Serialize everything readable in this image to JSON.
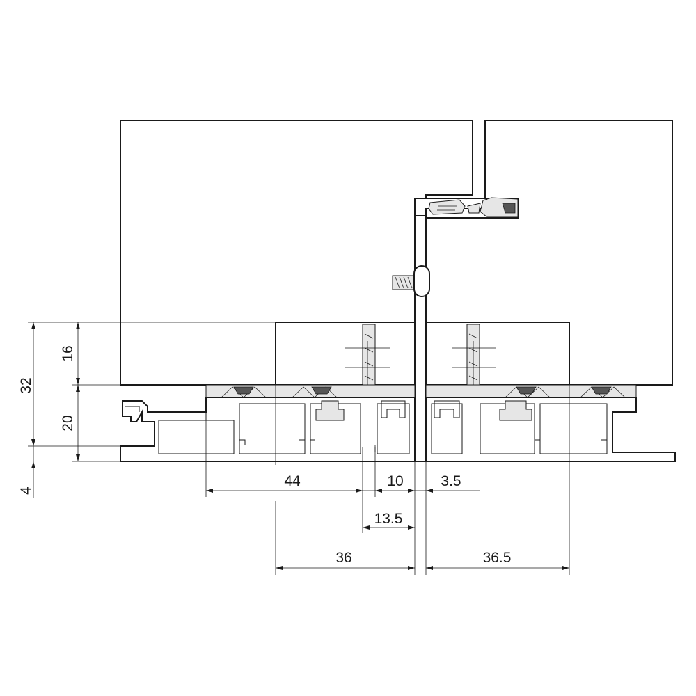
{
  "drawing": {
    "dimensions": {
      "total_height": "32",
      "glass_height": "16",
      "profile_height": "20",
      "base_thickness": "4",
      "left_gap": "44",
      "gasket_gap": "10",
      "joint_gap": "3.5",
      "spacer_width": "13.5",
      "left_profile_width": "36",
      "right_profile_width": "36.5"
    }
  }
}
